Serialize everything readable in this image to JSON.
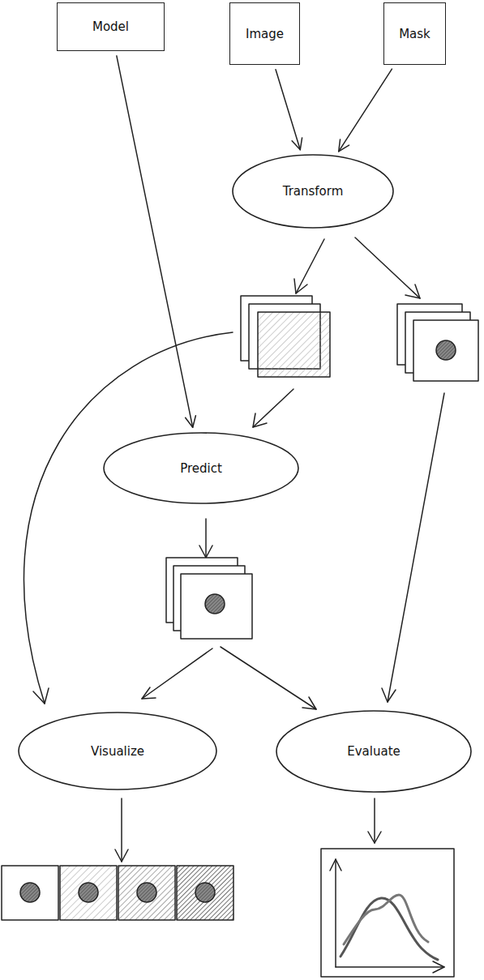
{
  "diagram": {
    "nodes": [
      {
        "text": [
          "Model"
        ]
      },
      {
        "text": [
          "Image"
        ]
      },
      {
        "text": [
          "Mask"
        ]
      },
      {
        "text": [
          "Transform"
        ]
      },
      {
        "text": [
          "Predict"
        ]
      },
      {
        "text": [
          "Visualize"
        ]
      },
      {
        "text": [
          "Evaluate"
        ]
      }
    ],
    "edges": [
      {
        "from": 0,
        "to": 4,
        "arrow": "to"
      },
      {
        "from": 1,
        "to": 3,
        "arrow": "to"
      },
      {
        "from": 2,
        "to": 3,
        "arrow": "to"
      }
    ]
  }
}
